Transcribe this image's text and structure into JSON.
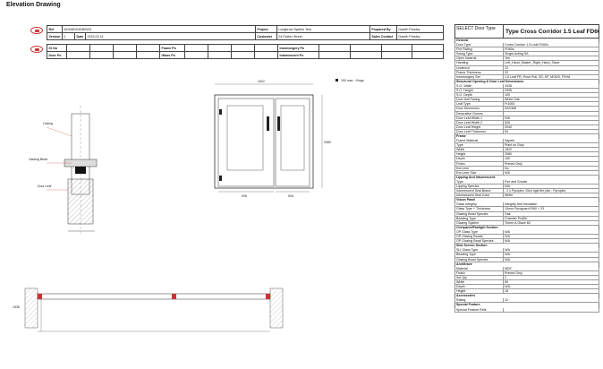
{
  "page_title": "Elevation Drawing",
  "header": {
    "ref_label": "Ref",
    "ref_value": "i0DD8E4181B0003",
    "project_label": "Project",
    "project_value": "Longbrow System Test",
    "prepared_label": "Prepared By",
    "prepared_value": "Gareth Presley",
    "version_label": "Version",
    "version_value": "1",
    "date_label": "Date",
    "date_value": "2023.03.14",
    "customer_label": "Customer",
    "customer_value": "24 Parker Street",
    "sales_label": "Sales Contact",
    "sales_value": "Gareth Presley",
    "io_label": "IO No",
    "frame_po_label": "Frame Po",
    "ironmongery_po_label": "Ironmongery Po",
    "door_po_label": "Door Po",
    "glass_po_label": "Glass Po",
    "intumescent_po_label": "Intumescent Po"
  },
  "spec": {
    "select_label": "SELECT Door Type",
    "door_type_title": "Type Cross Corridor 1.5 Leaf FD60s",
    "sections": [
      {
        "title": "General",
        "rows": [
          [
            "Door Type",
            "Cross Corridor 1.5 Leaf FD60s"
          ],
          [
            "Fire Rating",
            "FD60s"
          ],
          [
            "Swing Type",
            "Single Acting SA"
          ],
          [
            "Open Inwards",
            "Yes"
          ],
          [
            "Handing",
            "Left_Hand_Master_Right_Hand_Slave"
          ],
          [
            "Undercut",
            "12"
          ],
          [
            "Frame Thickness",
            "32"
          ],
          [
            "Ironmongery Set",
            "1.5 Leaf FR, Push Pull, SS, KP, MODS, FSHA"
          ]
        ]
      },
      {
        "title": "Structural Opening & Door Leaf Dimensions",
        "rows": [
          [
            "S.O. Width",
            "1538"
          ],
          [
            "S.O. Height",
            "2095"
          ],
          [
            "S.O. Depth",
            "100"
          ],
          [
            "Door leaf Facing",
            "White Oak"
          ],
          [
            "Leaf Type",
            "Fr1000"
          ],
          [
            "Door Dimension",
            "942/366"
          ],
          [
            "Decorative Groves",
            ""
          ],
          [
            "Door Leaf Width 1",
            "926"
          ],
          [
            "Door Leaf Width 2",
            "526"
          ],
          [
            "Door Leaf Height",
            "2040"
          ],
          [
            "Door Leaf Thickness",
            "54"
          ]
        ]
      },
      {
        "title": "Frame",
        "rows": [
          [
            "Frame Material",
            "Sapele"
          ],
          [
            "Type",
            "Plant on Stop"
          ],
          [
            "Width",
            "1522"
          ],
          [
            "Height",
            "2080"
          ],
          [
            "Depth",
            "100"
          ],
          [
            "Finish",
            "Primed Only"
          ],
          [
            "Ext-Liner",
            "No"
          ],
          [
            "Ext-Liner Size",
            "N/A"
          ]
        ]
      },
      {
        "title": "Lipping And Intumescent",
        "rows": [
          [
            "Type",
            "Fire and Smoke"
          ],
          [
            "Lipping Species",
            "N/A"
          ],
          [
            "Intumescent Seal Brand",
            "- 2 x Pyroplex 15x4 rigid fire pile - Pyroplex"
          ],
          [
            "Intumescent Seal Color",
            "White"
          ]
        ]
      },
      {
        "title": "Vision Panel",
        "rows": [
          [
            "Glass Integrity",
            "Integrity And Insulation"
          ],
          [
            "Glass Type + Thickness",
            "15mm Pyroguard EI60 + 23"
          ],
          [
            "Glazing Bead Species",
            "Oak"
          ],
          [
            "Beading Type",
            "Chamfer Profile"
          ],
          [
            "Glazing System",
            "Therm A Glaze 60"
          ]
        ]
      },
      {
        "title": "Overpanel/Fanlight Section",
        "rows": [
          [
            "OP Glass Type",
            "N/A"
          ],
          [
            "OP Glazing Beads",
            "N/A"
          ],
          [
            "OP Glazing Bead Species",
            "N/A"
          ]
        ]
      },
      {
        "title": "Side Screen Section",
        "rows": [
          [
            "SLI Glass Type",
            "N/A"
          ],
          [
            "Beading Type",
            "N/A"
          ],
          [
            "Glazing Bead Species",
            "N/A"
          ]
        ]
      },
      {
        "title": "Architrave",
        "rows": [
          [
            "Material",
            "MDF"
          ],
          [
            "Finish",
            "Primed Only"
          ],
          [
            "Set Qty",
            "2"
          ],
          [
            "Width",
            "69"
          ],
          [
            "Depth",
            "N/A"
          ],
          [
            "Height",
            "18"
          ]
        ]
      },
      {
        "title": "Accessories",
        "rows": [
          [
            "Rating",
            "12"
          ]
        ]
      },
      {
        "title": "Special Feature",
        "rows": [
          [
            "Special Feature Refs",
            ""
          ]
        ]
      }
    ]
  },
  "drawing": {
    "legend_text": "150 max - Hinge",
    "section_label_1": "Casing",
    "section_label_2": "Glazing Bead",
    "section_label_3": "Door Leaf",
    "dim_overall_width": "1522",
    "dim_overall_height": "2080",
    "dim_leaf1": "926",
    "dim_leaf2": "526",
    "plan_width": "1538"
  }
}
